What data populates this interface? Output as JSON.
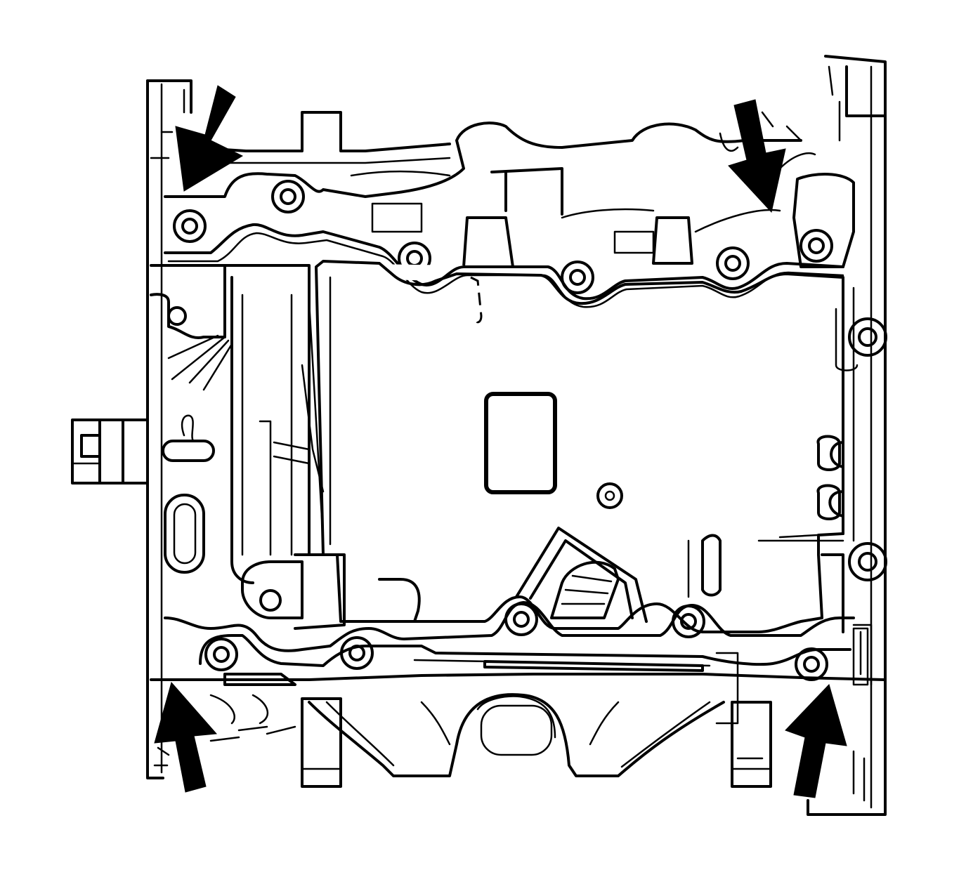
{
  "figure": {
    "subject": "oil-pan-to-engine-block-fasteners",
    "background_color": "#ffffff",
    "line_color": "#000000",
    "callouts": [
      {
        "id": "top-left",
        "direction": "down-left"
      },
      {
        "id": "top-right",
        "direction": "down"
      },
      {
        "id": "bottom-left",
        "direction": "up"
      },
      {
        "id": "bottom-right",
        "direction": "up"
      }
    ]
  }
}
